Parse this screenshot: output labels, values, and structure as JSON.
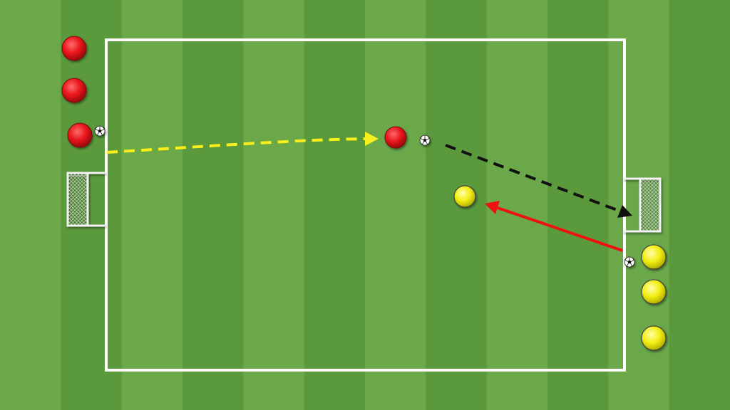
{
  "colors": {
    "grass_light": "#6aa84a",
    "grass_dark": "#5b9a3c",
    "lines": "#ffffff",
    "team_red": "#e8151b",
    "team_yellow": "#f2ee12",
    "pass_yellow": "#f7f01d",
    "shot_black": "#111111",
    "run_red": "#f01010"
  },
  "diagram": {
    "type": "soccer-drill",
    "red_players": 4,
    "yellow_players": 4,
    "balls": 3,
    "goals": 2,
    "arrows": [
      {
        "kind": "pass",
        "style": "dashed",
        "color": "yellow",
        "from": "red-player-left",
        "to": "red-player-center"
      },
      {
        "kind": "shot",
        "style": "dashed",
        "color": "black",
        "from": "ball-center",
        "to": "goal-right"
      },
      {
        "kind": "run",
        "style": "solid",
        "color": "red",
        "from": "right-line",
        "to": "yellow-player-center"
      }
    ],
    "text": []
  }
}
